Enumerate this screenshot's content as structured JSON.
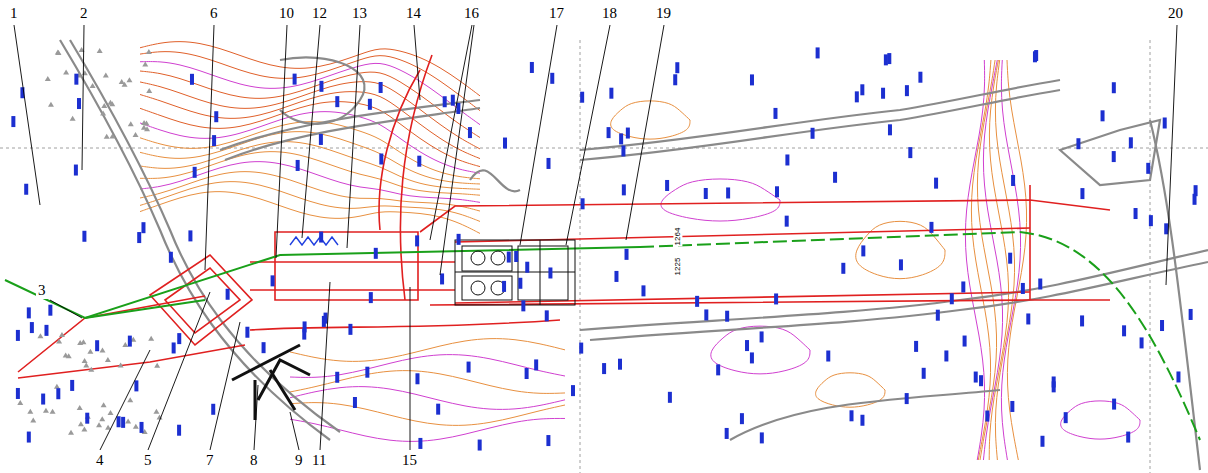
{
  "diagram": {
    "labels": [
      "1",
      "2",
      "3",
      "4",
      "5",
      "6",
      "7",
      "8",
      "9",
      "10",
      "11",
      "12",
      "13",
      "14",
      "15",
      "16",
      "17",
      "18",
      "19",
      "20",
      "1264",
      "1225"
    ]
  }
}
